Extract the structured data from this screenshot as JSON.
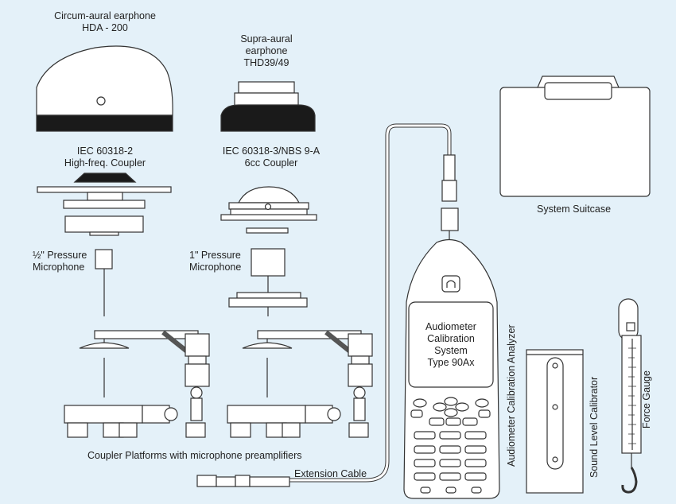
{
  "labels": {
    "hda_line1": "Circum-aural earphone",
    "hda_line2": "HDA - 200",
    "thd_line1": "Supra-aural",
    "thd_line2": "earphone",
    "thd_line3": "THD39/49",
    "iec2_line1": "IEC 60318-2",
    "iec2_line2": "High-freq. Coupler",
    "iec3_line1": "IEC 60318-3/NBS 9-A",
    "iec3_line2": "6cc Coupler",
    "mic_half_line1": "½\" Pressure",
    "mic_half_line2": "Microphone",
    "mic_one_line1": "1\" Pressure",
    "mic_one_line2": "Microphone",
    "platforms": "Coupler Platforms with microphone preamplifiers",
    "extension_cable": "Extension Cable",
    "suitcase": "System Suitcase",
    "analyzer_vertical": "Audiometer Calibration Analyzer",
    "sound_calibrator": "Sound Level Calibrator",
    "force_gauge": "Force Gauge",
    "screen_line1": "Audiometer",
    "screen_line2": "Calibration",
    "screen_line3": "System",
    "screen_line4": "Type 90Ax"
  },
  "colors": {
    "background": "#e4f1f9",
    "outline": "#333333",
    "fill": "#ffffff",
    "dark": "#1a1a1a"
  },
  "icons": {
    "analyzer_button": "headphones-icon"
  }
}
